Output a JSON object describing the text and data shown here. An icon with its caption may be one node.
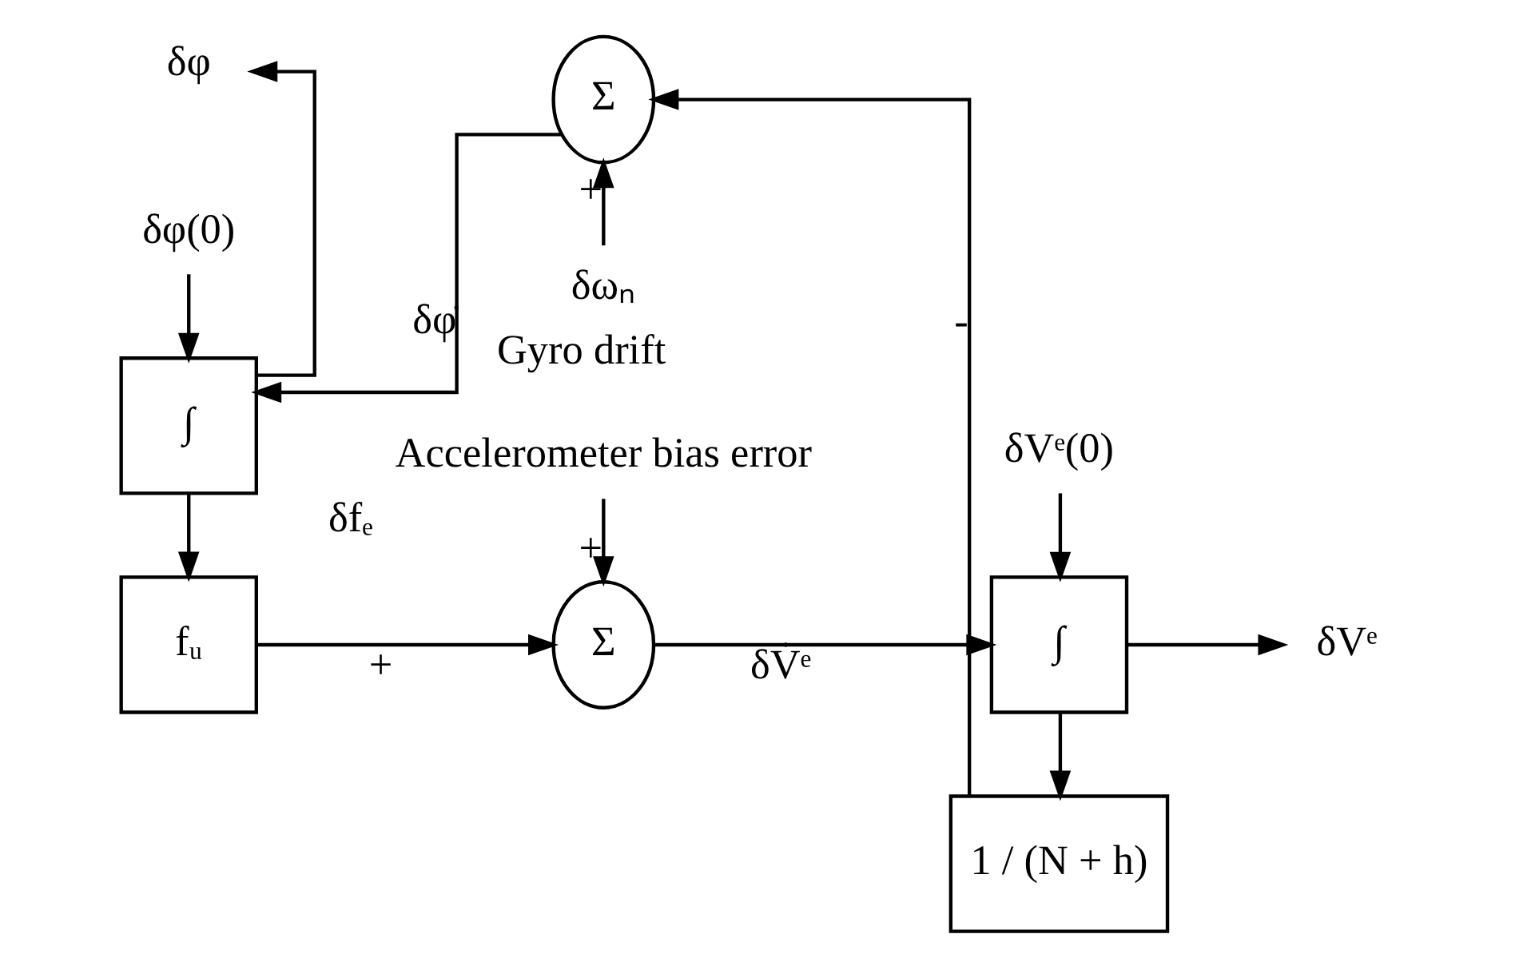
{
  "diagram": {
    "nodes": [
      {
        "text": [
          "fᵤ"
        ]
      },
      {
        "text": [
          "Σ"
        ]
      },
      {
        "text": [
          "∫"
        ]
      },
      {
        "text": [
          "1 / (N + h)"
        ]
      },
      {
        "text": [
          "Σ"
        ]
      },
      {
        "text": [
          "∫"
        ]
      },
      {
        "text": [
          "Accelerometer bias error"
        ],
        "beside": [
          "δfₑ"
        ]
      },
      {
        "text": [
          "δVᵉ(0)"
        ]
      },
      {
        "text": [
          "δVᵉ"
        ]
      },
      {
        "text": [
          "δφ"
        ]
      },
      {
        "text": [
          "δφ(0)"
        ]
      },
      {
        "text": [
          "δωₙ"
        ],
        "beside": [
          "Gyro drift"
        ]
      }
    ],
    "edges": [
      {
        "from": 0,
        "to": 1,
        "arrow": "to",
        "label": "+"
      },
      {
        "from": 6,
        "to": 1,
        "arrow": "to",
        "label": "+"
      },
      {
        "from": 1,
        "to": 2,
        "arrow": "to",
        "label": "δV̇ᵉ"
      },
      {
        "from": 7,
        "to": 2,
        "arrow": "to"
      },
      {
        "from": 2,
        "to": 8,
        "arrow": "to"
      },
      {
        "from": 2,
        "to": 3,
        "arrow": "to"
      },
      {
        "from": 3,
        "to": 4,
        "arrow": "to",
        "label": "-"
      },
      {
        "from": 11,
        "to": 4,
        "arrow": "to",
        "label": "+"
      },
      {
        "from": 4,
        "to": 5,
        "arrow": "to",
        "label": "δφ̇"
      },
      {
        "from": 10,
        "to": 5,
        "arrow": "to"
      },
      {
        "from": 5,
        "to": 9,
        "arrow": "to"
      },
      {
        "from": 5,
        "to": 0,
        "arrow": "to"
      }
    ]
  }
}
